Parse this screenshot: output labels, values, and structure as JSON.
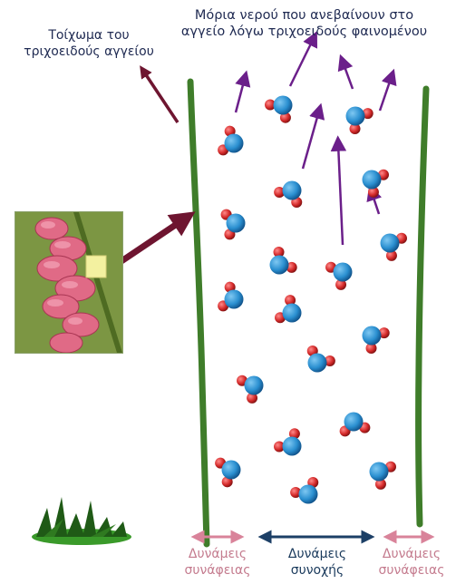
{
  "labels": {
    "top_caption_line1": "Μόρια νερού που ανεβαίνουν στο",
    "top_caption_line2": "αγγείο λόγω τριχοειδούς φαινομένου",
    "wall_line1": "Τοίχωμα του",
    "wall_line2": "τριχοειδούς αγγείου",
    "adhesion_left_line1": "Δυνάμεις",
    "adhesion_left_line2": "συνάφειας",
    "cohesion_line1": "Δυνάμεις",
    "cohesion_line2": "συνοχής",
    "adhesion_right_line1": "Δυνάμεις",
    "adhesion_right_line2": "συνάφειας"
  },
  "colors": {
    "wall": "#3f7d2a",
    "oxygen": "#2a8fd0",
    "hydrogen": "#d42a2a",
    "rise_arrow": "#6b1f8a",
    "pointer_arrow": "#6e1530",
    "adhesion": "#d9839a",
    "cohesion": "#1c3f66"
  }
}
